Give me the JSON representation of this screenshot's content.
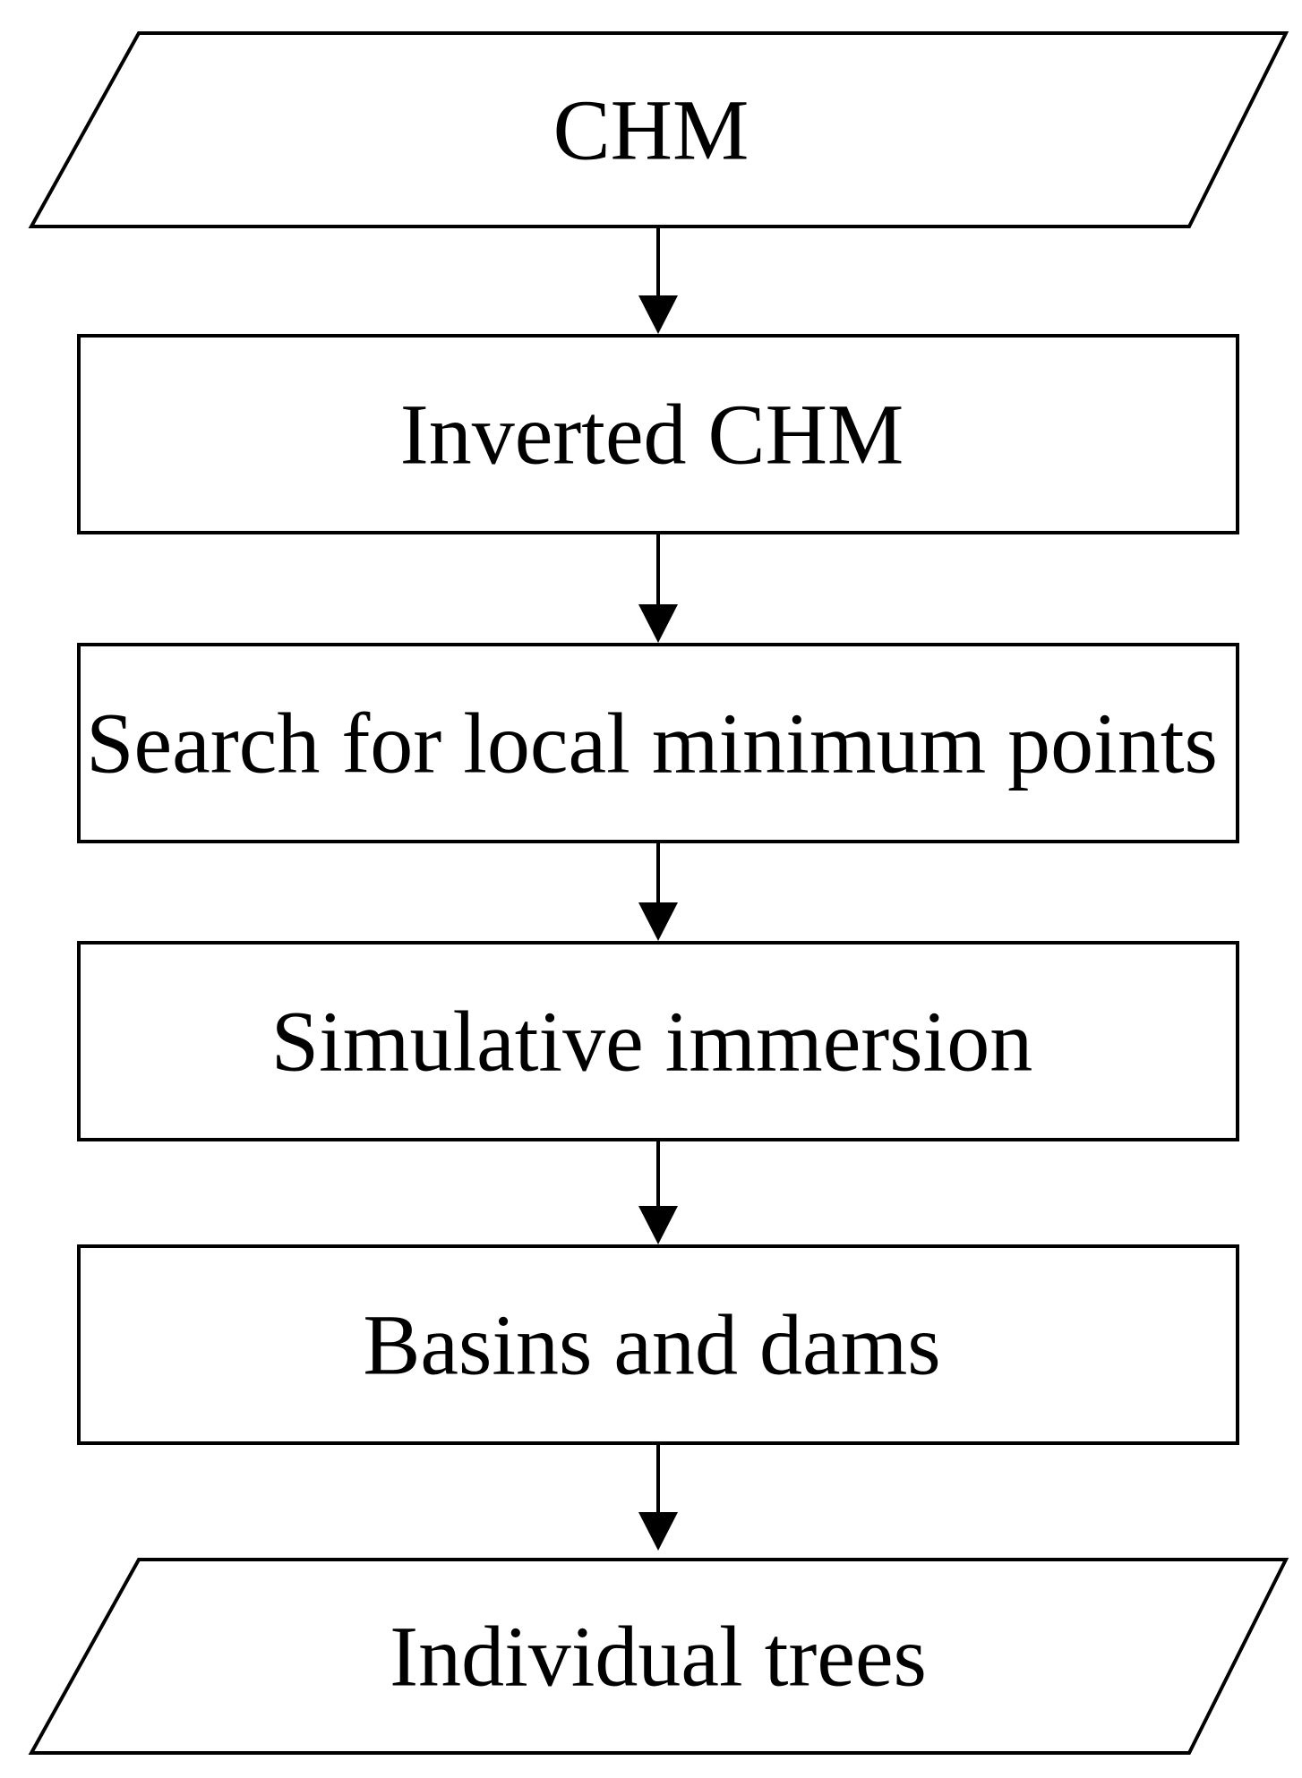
{
  "flowchart": {
    "nodes": [
      {
        "id": "chm",
        "shape": "parallelogram",
        "label": "CHM"
      },
      {
        "id": "inverted-chm",
        "shape": "rectangle",
        "label": "Inverted CHM"
      },
      {
        "id": "local-minimum",
        "shape": "rectangle",
        "label": "Search for local minimum points"
      },
      {
        "id": "simulative-immersion",
        "shape": "rectangle",
        "label": "Simulative immersion"
      },
      {
        "id": "basins-dams",
        "shape": "rectangle",
        "label": "Basins and dams"
      },
      {
        "id": "individual-trees",
        "shape": "parallelogram",
        "label": "Individual trees"
      }
    ],
    "edges": [
      {
        "from": "chm",
        "to": "inverted-chm"
      },
      {
        "from": "inverted-chm",
        "to": "local-minimum"
      },
      {
        "from": "local-minimum",
        "to": "simulative-immersion"
      },
      {
        "from": "simulative-immersion",
        "to": "basins-dams"
      },
      {
        "from": "basins-dams",
        "to": "individual-trees"
      }
    ],
    "colors": {
      "stroke": "#000000",
      "fill": "#ffffff",
      "text": "#000000"
    }
  }
}
